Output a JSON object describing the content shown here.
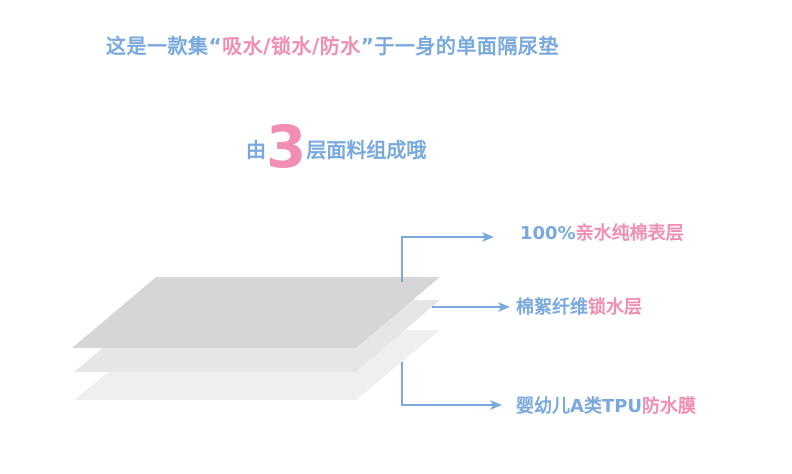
{
  "headline": {
    "prefix": "这是一款集“",
    "highlight": "吸水/锁水/防水",
    "suffix": "”于一身的单面隔尿垫"
  },
  "subtitle": {
    "prefix": "由",
    "number": "3",
    "suffix": "层面料组成哦"
  },
  "labels": {
    "top": {
      "plain": "100%",
      "highlight": "亲水纯棉表层"
    },
    "middle": {
      "plain": "棉絮纤维",
      "highlight": "锁水层"
    },
    "bottom": {
      "plain": "婴幼儿A类TPU",
      "highlight": "防水膜"
    }
  },
  "colors": {
    "blue": "#7aa9de",
    "pink": "#f08fb3",
    "layer_top": "#d6d6d6",
    "layer_mid": "#e6e6e6",
    "layer_bottom": "#efefef"
  }
}
